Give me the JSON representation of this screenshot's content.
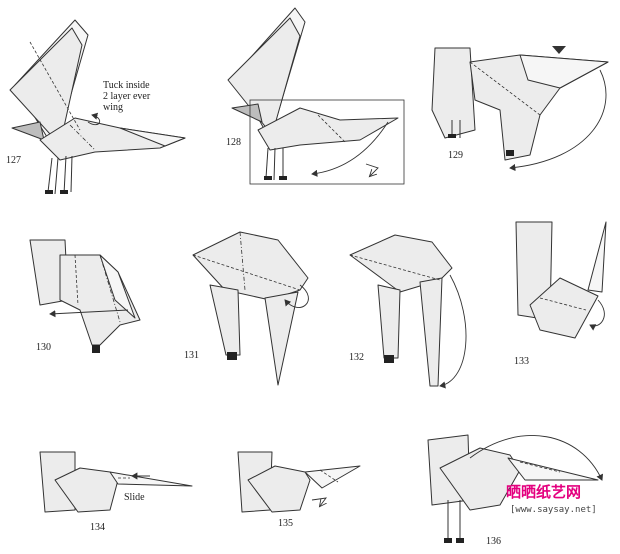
{
  "steps": [
    {
      "number": "127",
      "note": "Tuck inside\n2 layer ever\nwing"
    },
    {
      "number": "128"
    },
    {
      "number": "129"
    },
    {
      "number": "130"
    },
    {
      "number": "131"
    },
    {
      "number": "132"
    },
    {
      "number": "133"
    },
    {
      "number": "134",
      "note": "Slide"
    },
    {
      "number": "135"
    },
    {
      "number": "136"
    }
  ],
  "note_127_lines": [
    "Tuck inside",
    "2 layer ever",
    "wing"
  ],
  "watermark": {
    "brand": "晒晒纸艺网",
    "url": "[www.saysay.net]",
    "color_pink": "#e4007f",
    "color_blue": "#1d6fd1"
  }
}
